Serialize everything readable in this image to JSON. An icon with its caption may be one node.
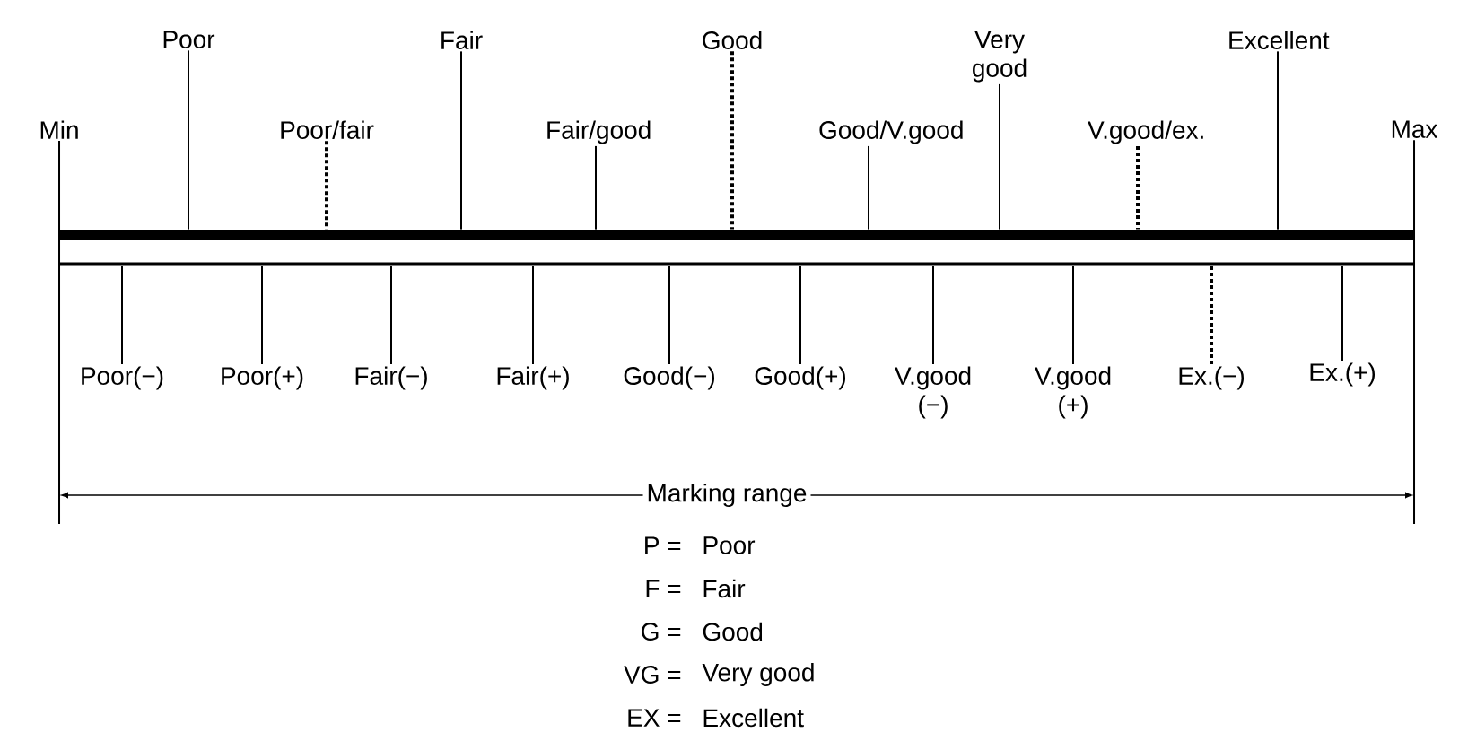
{
  "diagram": {
    "nodes": [
      {
        "text": [],
        "shape": "bar"
      },
      {
        "text": [],
        "shape": "bar"
      },
      {
        "text": [
          "Poor"
        ]
      },
      {
        "text": [
          "Fair"
        ]
      },
      {
        "text": [
          "Good"
        ]
      },
      {
        "text": [
          "Very good"
        ]
      },
      {
        "text": [
          "Excellent"
        ]
      },
      {
        "text": [
          "Min"
        ]
      },
      {
        "text": [
          "Poor/fair"
        ]
      },
      {
        "text": [
          "Fair/good"
        ]
      },
      {
        "text": [
          "Good/V.good"
        ]
      },
      {
        "text": [
          "V.good/ex."
        ]
      },
      {
        "text": [
          "Max"
        ]
      },
      {
        "text": [
          "Poor(−)"
        ]
      },
      {
        "text": [
          "Poor(+)"
        ]
      },
      {
        "text": [
          "Fair(−)"
        ]
      },
      {
        "text": [
          "Fair(+)"
        ]
      },
      {
        "text": [
          "Good(−)"
        ]
      },
      {
        "text": [
          "Good(+)"
        ]
      },
      {
        "text": [
          "V.good (−)"
        ]
      },
      {
        "text": [
          "V.good (+)"
        ]
      },
      {
        "text": [
          "Ex.(−)"
        ]
      },
      {
        "text": [
          "Ex.(+)"
        ]
      }
    ],
    "edges": [
      {
        "from": 2,
        "to": 0,
        "arrow": "none"
      },
      {
        "from": 3,
        "to": 0,
        "arrow": "none"
      },
      {
        "from": 4,
        "to": 0,
        "arrow": "none",
        "style": "dashed"
      },
      {
        "from": 5,
        "to": 0,
        "arrow": "none"
      },
      {
        "from": 6,
        "to": 0,
        "arrow": "none"
      },
      {
        "from": 7,
        "to": null,
        "arrow": "none"
      },
      {
        "from": 8,
        "to": 0,
        "arrow": "none",
        "style": "dashed"
      },
      {
        "from": 9,
        "to": 0,
        "arrow": "none"
      },
      {
        "from": 10,
        "to": 0,
        "arrow": "none"
      },
      {
        "from": 11,
        "to": 0,
        "arrow": "none",
        "style": "dashed"
      },
      {
        "from": 12,
        "to": null,
        "arrow": "none"
      },
      {
        "from": 13,
        "to": 1,
        "arrow": "none"
      },
      {
        "from": 14,
        "to": 1,
        "arrow": "none"
      },
      {
        "from": 15,
        "to": 1,
        "arrow": "none"
      },
      {
        "from": 16,
        "to": 1,
        "arrow": "none"
      },
      {
        "from": 17,
        "to": 1,
        "arrow": "none"
      },
      {
        "from": 18,
        "to": 1,
        "arrow": "none"
      },
      {
        "from": 19,
        "to": 1,
        "arrow": "none"
      },
      {
        "from": 20,
        "to": 1,
        "arrow": "none"
      },
      {
        "from": 21,
        "to": 1,
        "arrow": "none",
        "style": "dashed"
      },
      {
        "from": 22,
        "to": 1,
        "arrow": "none"
      }
    ],
    "labels": [
      "Marking range",
      "P =",
      "Poor",
      "F =",
      "Fair",
      "G =",
      "Good",
      "VG =",
      "Very good",
      "EX =",
      "Excellent"
    ]
  }
}
